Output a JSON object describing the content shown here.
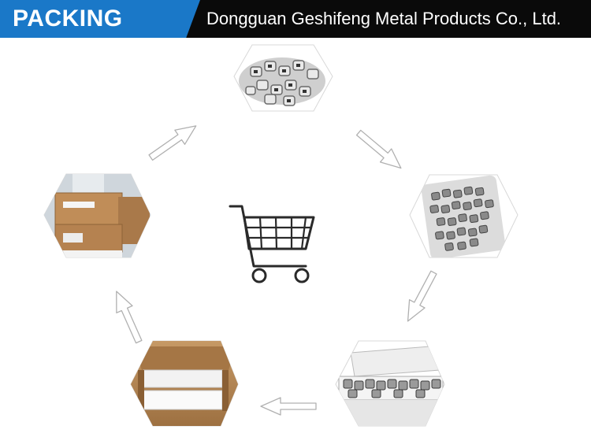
{
  "header": {
    "section_title": "PACKING",
    "company_name": "Dongguan Geshifeng Metal Products Co., Ltd."
  },
  "steps": [
    {
      "name": "bulk-beads",
      "icon": "loose-metal-beads-photo"
    },
    {
      "name": "bagged-beads",
      "icon": "bagged-beads-photo"
    },
    {
      "name": "boxed-beads",
      "icon": "open-box-beads-photo"
    },
    {
      "name": "cartons",
      "icon": "carton-photo"
    },
    {
      "name": "shipping-boxes",
      "icon": "stacked-cartons-photo"
    }
  ],
  "center_icon": "shopping-cart-icon",
  "colors": {
    "banner_bg": "#0a0a0a",
    "tab_blue": "#1a78c8",
    "arrow_stroke": "#b0b0b0",
    "cardboard": "#b98a58"
  }
}
